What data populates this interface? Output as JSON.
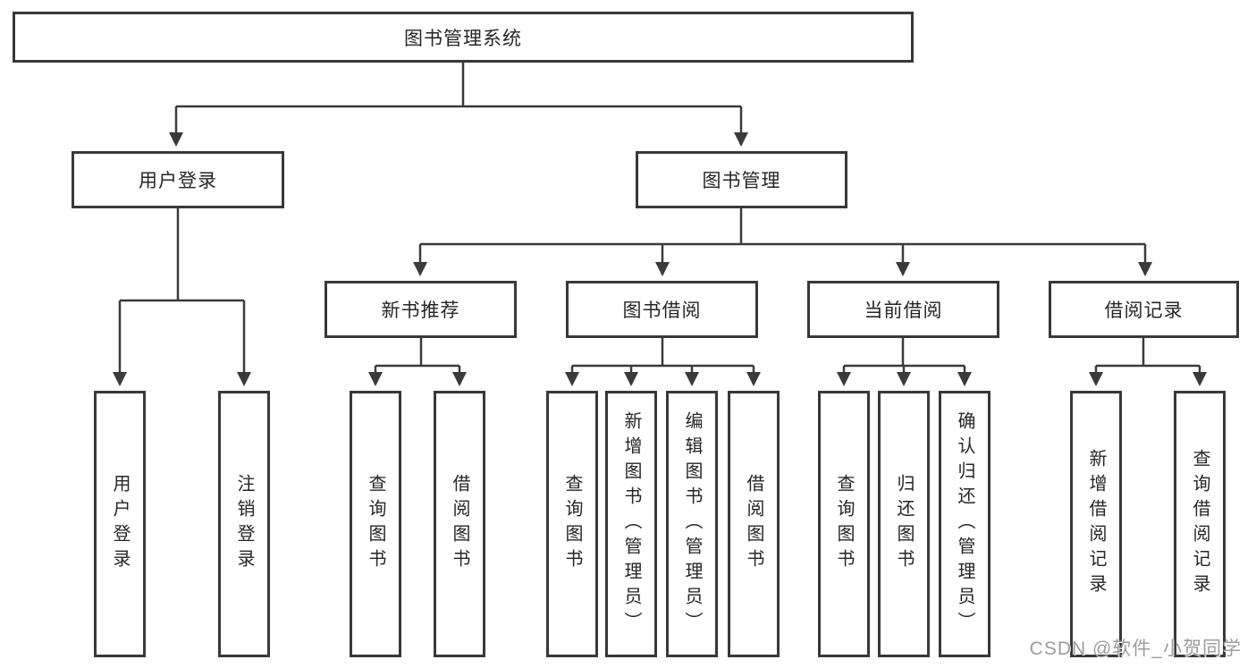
{
  "tree": {
    "root": "图书管理系统",
    "branches": [
      {
        "label": "用户登录",
        "children": [
          "用户登录",
          "注销登录"
        ]
      },
      {
        "label": "图书管理",
        "groups": [
          {
            "label": "新书推荐",
            "children": [
              "查询图书",
              "借阅图书"
            ]
          },
          {
            "label": "图书借阅",
            "children": [
              "查询图书",
              "新增图书（管理员）",
              "编辑图书（管理员）",
              "借阅图书"
            ]
          },
          {
            "label": "当前借阅",
            "children": [
              "查询图书",
              "归还图书",
              "确认归还（管理员）"
            ]
          },
          {
            "label": "借阅记录",
            "children": [
              "新增借阅记录",
              "查询借阅记录"
            ]
          }
        ]
      }
    ]
  },
  "watermark": "CSDN @软件_小贺同学",
  "colors": {
    "line": "#3a3a3a",
    "box_border": "#383838",
    "box_fill": "#ffffff",
    "text": "#262626",
    "watermark": "#9c9c9c",
    "background": "#ffffff"
  }
}
